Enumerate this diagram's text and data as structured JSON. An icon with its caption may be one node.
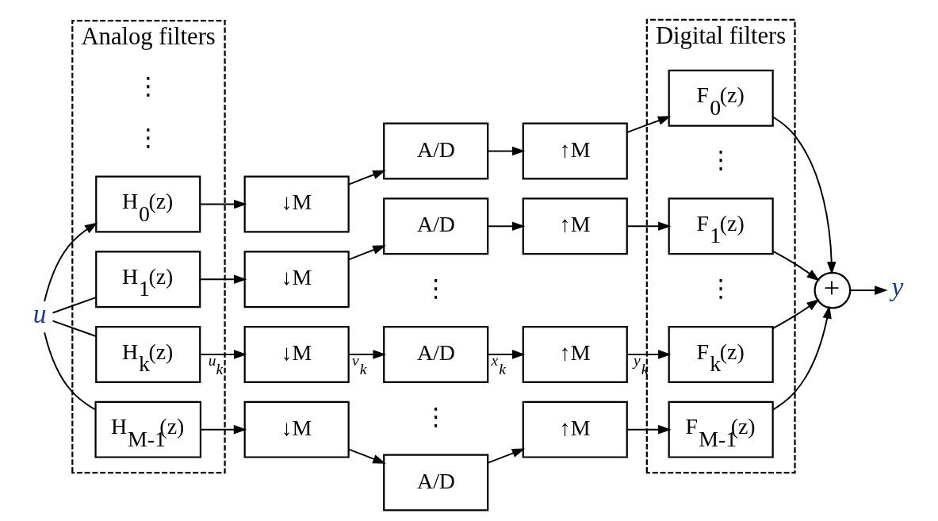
{
  "diagram": {
    "nodes": [
      {
        "text": [
          "u"
        ]
      },
      {
        "text": [
          "Analog filters"
        ]
      },
      {
        "text": [
          "H$_{0}$(z)"
        ],
        "in": 1
      },
      {
        "text": [
          "H$_{1}$(z)"
        ],
        "in": 1
      },
      {
        "text": [
          "H$_{k}$(z)"
        ],
        "in": 1
      },
      {
        "text": [
          "H$_{M-1}$(z)"
        ],
        "in": 1
      },
      {
        "text": [
          "↓M"
        ]
      },
      {
        "text": [
          "↓M"
        ]
      },
      {
        "text": [
          "↓M"
        ]
      },
      {
        "text": [
          "↓M"
        ]
      },
      {
        "text": [
          "A/D"
        ]
      },
      {
        "text": [
          "A/D"
        ]
      },
      {
        "text": [
          "A/D"
        ]
      },
      {
        "text": [
          "A/D"
        ]
      },
      {
        "text": [
          "↑M"
        ]
      },
      {
        "text": [
          "↑M"
        ]
      },
      {
        "text": [
          "↑M"
        ]
      },
      {
        "text": [
          "↑M"
        ]
      },
      {
        "text": [
          "Digital filters"
        ]
      },
      {
        "text": [
          "F$_{0}$(z)"
        ],
        "in": 18
      },
      {
        "text": [
          "F$_{1}$(z)"
        ],
        "in": 18
      },
      {
        "text": [
          "F$_{k}$(z)"
        ],
        "in": 18
      },
      {
        "text": [
          "F$_{M-1}$(z)"
        ],
        "in": 18
      },
      {
        "text": [
          "+"
        ]
      },
      {
        "text": [
          "y"
        ]
      }
    ],
    "edges": [
      {
        "from": 0,
        "to": 2,
        "arrow": "to"
      },
      {
        "from": 0,
        "to": 3,
        "arrow": "none"
      },
      {
        "from": 0,
        "to": 4,
        "arrow": "none"
      },
      {
        "from": 0,
        "to": 5,
        "arrow": "none"
      },
      {
        "from": 2,
        "to": 6,
        "arrow": "to"
      },
      {
        "from": 3,
        "to": 7,
        "arrow": "to"
      },
      {
        "from": 4,
        "to": 8,
        "arrow": "to",
        "label": "u$_{k}$"
      },
      {
        "from": 5,
        "to": 9,
        "arrow": "to"
      },
      {
        "from": 6,
        "to": 10,
        "arrow": "to"
      },
      {
        "from": 7,
        "to": 11,
        "arrow": "to"
      },
      {
        "from": 8,
        "to": 12,
        "arrow": "to",
        "label": "ν$_{k}$"
      },
      {
        "from": 9,
        "to": 13,
        "arrow": "to"
      },
      {
        "from": 10,
        "to": 14,
        "arrow": "to"
      },
      {
        "from": 11,
        "to": 15,
        "arrow": "to"
      },
      {
        "from": 12,
        "to": 16,
        "arrow": "to",
        "label": "x$_{k}$"
      },
      {
        "from": 13,
        "to": 17,
        "arrow": "to"
      },
      {
        "from": 14,
        "to": 19,
        "arrow": "to"
      },
      {
        "from": 15,
        "to": 20,
        "arrow": "to"
      },
      {
        "from": 16,
        "to": 21,
        "arrow": "to",
        "label": "y$_{k}$"
      },
      {
        "from": 17,
        "to": 22,
        "arrow": "to"
      },
      {
        "from": 19,
        "to": 23,
        "arrow": "to"
      },
      {
        "from": 20,
        "to": 23,
        "arrow": "to"
      },
      {
        "from": 21,
        "to": 23,
        "arrow": "to"
      },
      {
        "from": 22,
        "to": 23,
        "arrow": "to"
      },
      {
        "from": 23,
        "to": 24,
        "arrow": "to"
      }
    ],
    "labels": [
      "⋮",
      "⋮",
      "⋮",
      "⋮",
      "⋮",
      "⋮"
    ]
  }
}
